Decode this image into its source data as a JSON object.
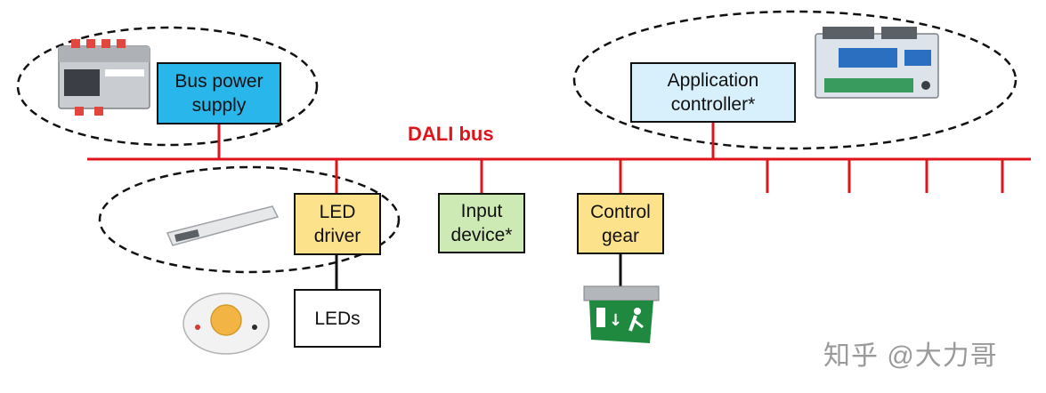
{
  "diagram": {
    "bus_label": "DALI bus",
    "nodes": [
      {
        "id": "bus-power-supply",
        "label": "Bus power\nsupply",
        "fill": "#29b6ea"
      },
      {
        "id": "application-controller",
        "label": "Application\ncontroller*",
        "fill": "#d7f0fb"
      },
      {
        "id": "led-driver",
        "label": "LED\ndriver",
        "fill": "#fde28c"
      },
      {
        "id": "input-device",
        "label": "Input\ndevice*",
        "fill": "#cde9b4"
      },
      {
        "id": "control-gear",
        "label": "Control\ngear",
        "fill": "#fde28c"
      },
      {
        "id": "leds",
        "label": "LEDs",
        "fill": "#ffffff"
      }
    ],
    "bus_color": "#e0141b"
  },
  "watermark": "知乎 @大力哥"
}
